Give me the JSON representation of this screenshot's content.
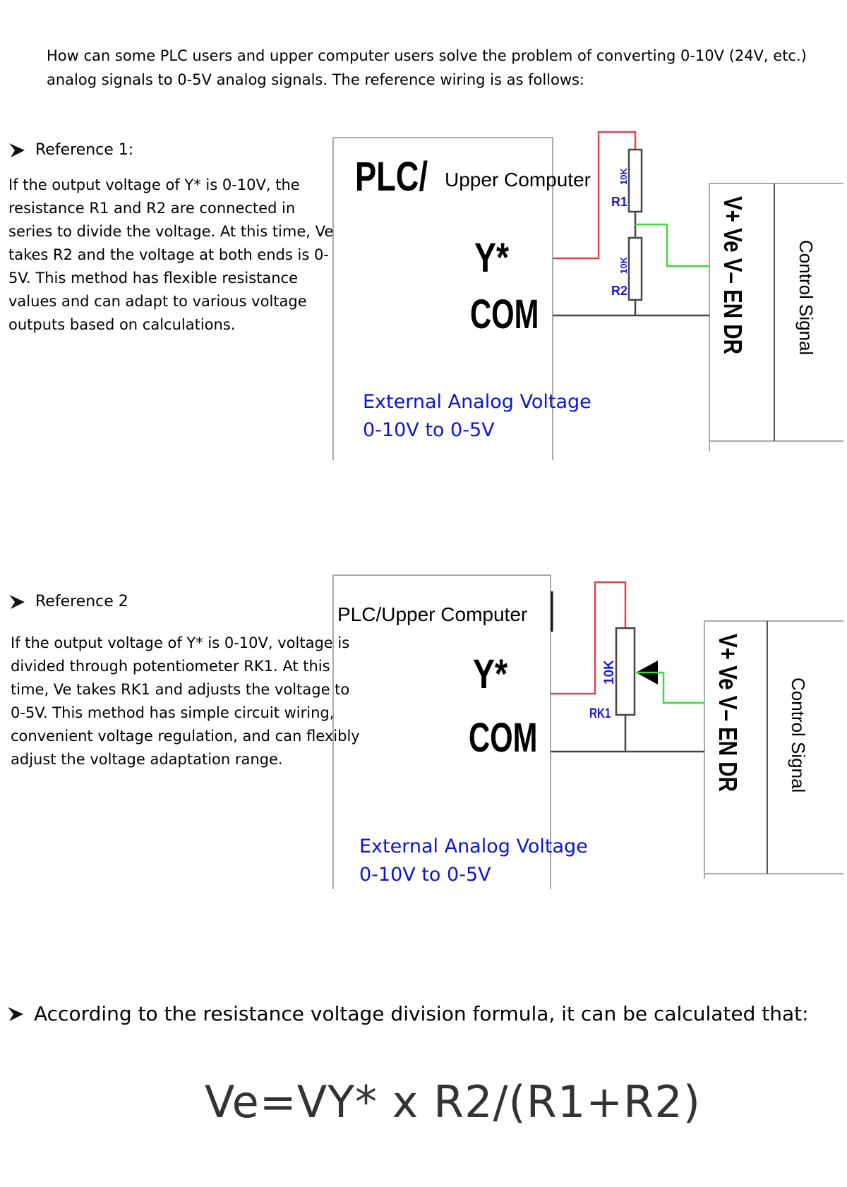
{
  "intro": "How can some PLC users and upper computer users solve the problem of converting 0-10V (24V, etc.) analog signals to 0-5V analog signals. The reference wiring is as follows:",
  "reference1": {
    "heading": "Reference 1:",
    "body": "If the output voltage of Y* is 0-10V, the resistance R1 and R2 are connected in series to divide the voltage. At this time, Ve takes R2 and the voltage at both ends is 0-5V. This method has flexible resistance values and can adapt to various voltage outputs based on calculations.",
    "diagram": {
      "plc_prefix": "PLC/",
      "plc_suffix": "Upper Computer",
      "y_label": "Y*",
      "com_label": "COM",
      "r1_name": "R1",
      "r1_value": "10K",
      "r2_name": "R2",
      "r2_value": "10K",
      "terminals": "V+ Ve V– EN DR",
      "control_signal": "Control Signal",
      "external_line1": "External Analog Voltage",
      "external_line2": "0-10V to 0-5V"
    }
  },
  "reference2": {
    "heading": "Reference 2",
    "body": "If the output voltage of Y* is 0-10V, voltage is divided through potentiometer RK1. At this time, Ve takes RK1 and adjusts the voltage to 0-5V. This method has simple circuit wiring, convenient voltage regulation, and can flexibly adjust the voltage adaptation range.",
    "diagram": {
      "plc_label": "PLC/Upper Computer",
      "y_label": "Y*",
      "com_label": "COM",
      "pot_name": "RK1",
      "pot_value": "10K",
      "terminals": "V+ Ve V– EN DR",
      "control_signal": "Control Signal",
      "external_line1": "External Analog Voltage",
      "external_line2": "0-10V to 0-5V"
    }
  },
  "formula_section": {
    "heading": "According to the resistance voltage division formula, it can be calculated that:",
    "formula": "Ve=VY* x R2/(R1+R2)"
  },
  "colors": {
    "wire_red": "#e8434b",
    "wire_green": "#3fd93f",
    "label_blue": "#1a1ad6",
    "external_text_blue": "#0a14d6"
  }
}
